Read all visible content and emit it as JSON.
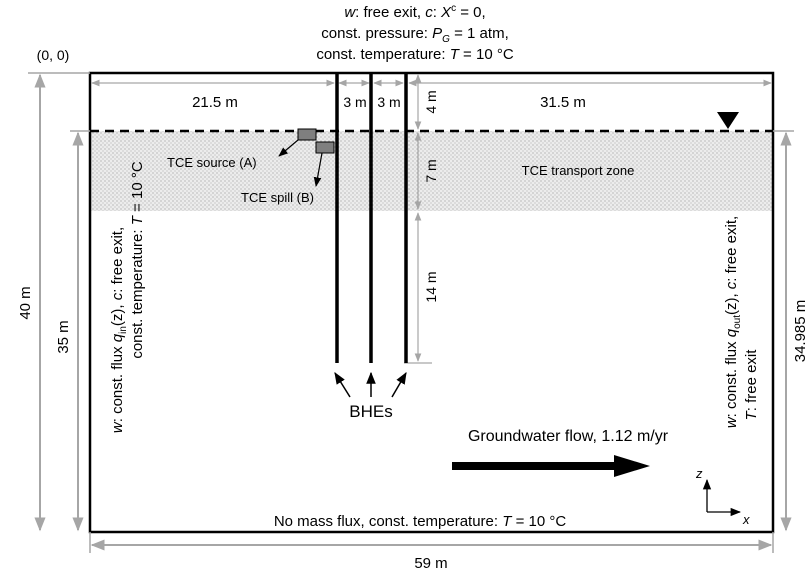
{
  "top_bc": {
    "line1": {
      "w": "w",
      "sep1": ": free exit, ",
      "c": "c",
      "sep2": ": ",
      "X": "X",
      "Xsup": "c",
      "rest": " = 0,"
    },
    "line2": {
      "pre": "const. pressure: ",
      "P": "P",
      "Psub": "G",
      "rest": " = 1 atm,"
    },
    "line3": {
      "pre": "const. temperature: ",
      "T": "T",
      "rest": " = 10 °C"
    }
  },
  "origin_label": "(0, 0)",
  "dimensions": {
    "width_top_left": "21.5 m",
    "bhe_gap_1": "3 m",
    "bhe_gap_2": "3 m",
    "width_top_right": "31.5 m",
    "depth_water_table": "4 m",
    "depth_transport_zone": "7 m",
    "bhe_lower_length": "14 m",
    "height_total": "40 m",
    "height_left_saturated": "35 m",
    "height_right_saturated": "34.985 m",
    "width_total": "59 m"
  },
  "labels": {
    "tce_source": "TCE source (A)",
    "tce_spill": "TCE spill (B)",
    "transport_zone": "TCE transport zone",
    "bhes": "BHEs",
    "groundwater_flow": "Groundwater flow, 1.12 m/yr"
  },
  "left_bc": {
    "line1": {
      "w": "w",
      "pre": ": const. flux ",
      "q": "q",
      "sub": "in",
      "post": "(z), ",
      "c": "c",
      "rest": ": free exit,"
    },
    "line2": {
      "pre": "const. temperature: ",
      "T": "T",
      "rest": " = 10 °C"
    }
  },
  "right_bc": {
    "line1": {
      "w": "w",
      "pre": ": const. flux ",
      "q": "q",
      "sub": "out",
      "post": "(z), ",
      "c": "c",
      "rest": ": free exit,"
    },
    "line2": {
      "T": "T",
      "rest": ": free exit"
    }
  },
  "bottom_bc": {
    "pre": "No mass flux, const. temperature: ",
    "T": "T",
    "rest": " = 10 °C"
  },
  "axes": {
    "z": "z",
    "x": "x"
  },
  "colors": {
    "frame": "#000000",
    "dimension": "#a6a6a6",
    "zone_fill": "#e6e6e6",
    "source_box": "#7f7f7f"
  }
}
